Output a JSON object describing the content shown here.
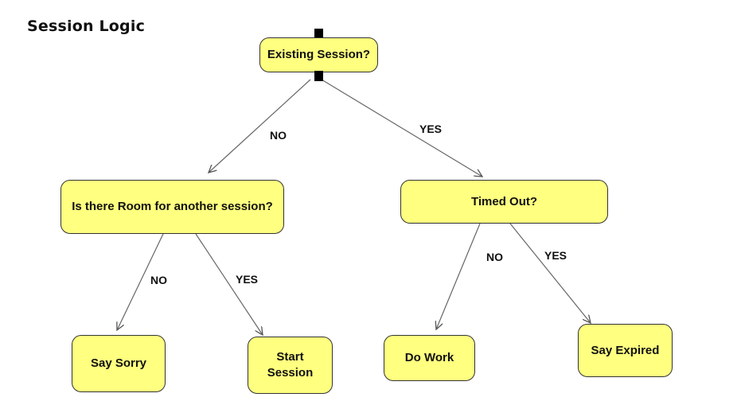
{
  "title": "Session Logic",
  "nodes": {
    "existing_session": "Existing Session?",
    "room_for_session": "Is there Room for another session?",
    "timed_out": "Timed Out?",
    "say_sorry": "Say Sorry",
    "start_session_line1": "Start",
    "start_session_line2": "Session",
    "do_work": "Do Work",
    "say_expired": "Say Expired"
  },
  "edges": {
    "existing_no": "NO",
    "existing_yes": "YES",
    "room_no": "NO",
    "room_yes": "YES",
    "timed_no": "NO",
    "timed_yes": "YES"
  },
  "colors": {
    "node_fill": "#ffff80",
    "node_border": "#333333",
    "line": "#666666"
  }
}
